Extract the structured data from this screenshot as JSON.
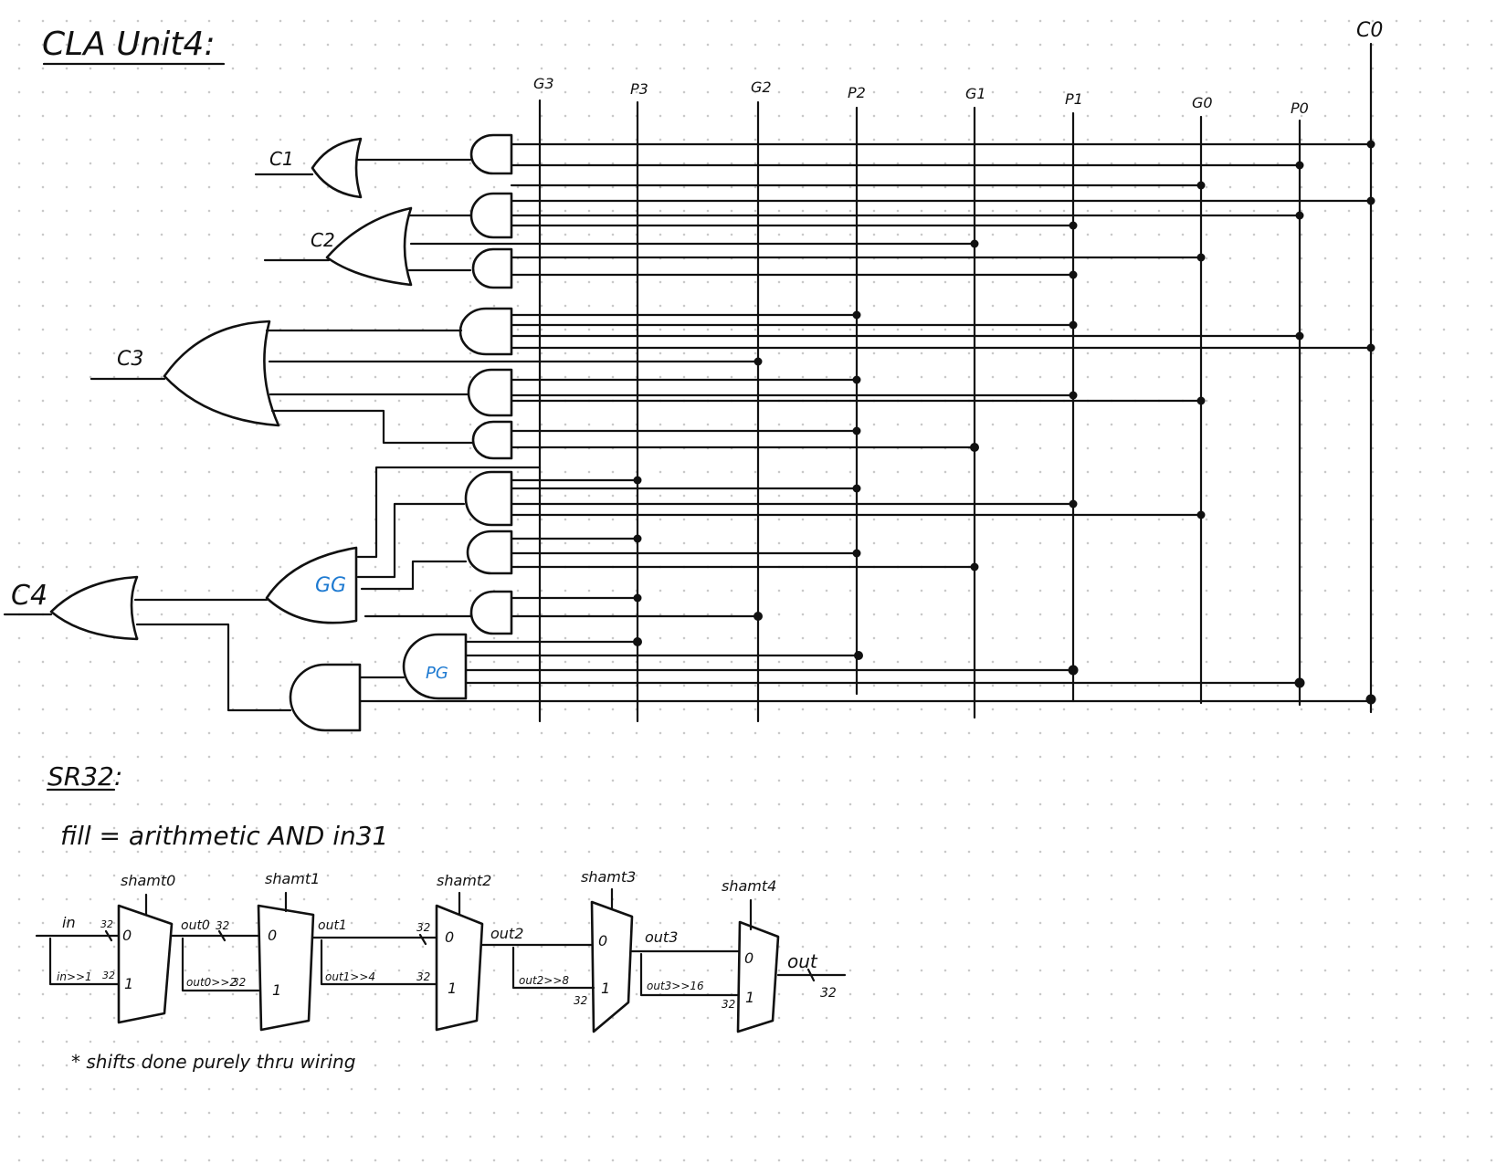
{
  "cla": {
    "title": "CLA Unit4:",
    "top_signals": [
      "G3",
      "P3",
      "G2",
      "P2",
      "G1",
      "P1",
      "G0",
      "P0"
    ],
    "c0": "C0",
    "outputs": [
      "C1",
      "C2",
      "C3",
      "C4"
    ],
    "group_generate": "GG",
    "group_propagate": "PG"
  },
  "sr32": {
    "title": "SR32:",
    "fill_note": "fill = arithmetic AND in31",
    "shamt_labels": [
      "shamt0",
      "shamt1",
      "shamt2",
      "shamt3",
      "shamt4"
    ],
    "in_label": "in",
    "out_label": "out",
    "stage_outputs": [
      "out0",
      "out1",
      "out2",
      "out3"
    ],
    "shifted_inputs": [
      "in>>1",
      "out0>>2",
      "out1>>4",
      "out2>>8",
      "out3>>16"
    ],
    "bus_width": "32",
    "mux_sel0": "0",
    "mux_sel1": "1",
    "footnote": "* shifts done purely thru wiring"
  }
}
